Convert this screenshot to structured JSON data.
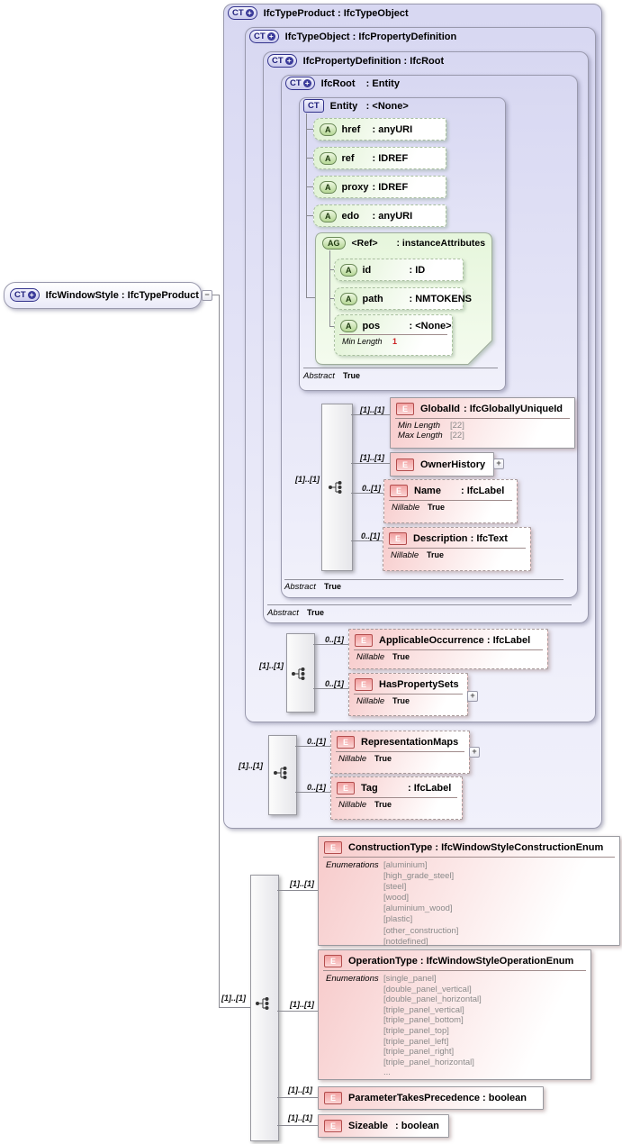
{
  "colors": {
    "container_fill": "#d8d8f2",
    "attribute_green": "#dff2d2",
    "element_pink": "#f7caca",
    "badge_navy": "#33338c",
    "badge_red": "#b34d4d",
    "badge_green": "#6b8a58",
    "enum_text": "#8a8a8a",
    "facet_red": "#cc2222"
  },
  "labels": {
    "colon": ":",
    "abstract": "Abstract",
    "true_value": "True",
    "nillable": "Nillable",
    "min_length": "Min Length",
    "max_length": "Max Length",
    "enumerations": "Enumerations",
    "plus": "+",
    "minus": "−"
  },
  "cards": {
    "required": "[1]..[1]",
    "optional": "0..[1]"
  },
  "root_node": {
    "badge": "CT",
    "name": "IfcWindowStyle",
    "type": "IfcTypeProduct"
  },
  "boxes": {
    "typeProduct": {
      "badge": "CT",
      "name": "IfcTypeProduct",
      "type": "IfcTypeObject"
    },
    "typeObject": {
      "badge": "CT",
      "name": "IfcTypeObject",
      "type": "IfcPropertyDefinition"
    },
    "propertyDefinition": {
      "badge": "CT",
      "name": "IfcPropertyDefinition",
      "type": "IfcRoot"
    },
    "root": {
      "badge": "CT",
      "name": "IfcRoot",
      "type": "Entity"
    },
    "entity": {
      "badge": "CT",
      "name": "Entity",
      "type": "<None>"
    }
  },
  "entity_attrs": [
    {
      "badge": "A",
      "name": "href",
      "type": "anyURI"
    },
    {
      "badge": "A",
      "name": "ref",
      "type": "IDREF"
    },
    {
      "badge": "A",
      "name": "proxy",
      "type": "IDREF"
    },
    {
      "badge": "A",
      "name": "edo",
      "type": "anyURI"
    }
  ],
  "attr_group": {
    "badge": "AG",
    "name": "<Ref>",
    "type": "instanceAttributes",
    "attrs": [
      {
        "badge": "A",
        "name": "id",
        "type": "ID"
      },
      {
        "badge": "A",
        "name": "path",
        "type": "NMTOKENS"
      },
      {
        "badge": "A",
        "name": "pos",
        "type": "<None>",
        "facet_value": "1"
      }
    ]
  },
  "root_content": {
    "globalId": {
      "badge": "E",
      "name": "GlobalId",
      "type": "IfcGloballyUniqueId",
      "min_value": "[22]",
      "max_value": "[22]"
    },
    "ownerHistory": {
      "badge": "E",
      "name": "OwnerHistory"
    },
    "name": {
      "badge": "E",
      "name": "Name",
      "type": "IfcLabel"
    },
    "description": {
      "badge": "E",
      "name": "Description",
      "type": "IfcText"
    }
  },
  "typeObject_content": {
    "applicableOccurrence": {
      "badge": "E",
      "name": "ApplicableOccurrence",
      "type": "IfcLabel"
    },
    "hasPropertySets": {
      "badge": "E",
      "name": "HasPropertySets"
    }
  },
  "typeProduct_content": {
    "representationMaps": {
      "badge": "E",
      "name": "RepresentationMaps"
    },
    "tag": {
      "badge": "E",
      "name": "Tag",
      "type": "IfcLabel"
    }
  },
  "windowStyle_content": {
    "constructionType": {
      "badge": "E",
      "name": "ConstructionType",
      "type": "IfcWindowStyleConstructionEnum",
      "enums": [
        "[aluminium]",
        "[high_grade_steel]",
        "[steel]",
        "[wood]",
        "[aluminium_wood]",
        "[plastic]",
        "[other_construction]",
        "[notdefined]"
      ]
    },
    "operationType": {
      "badge": "E",
      "name": "OperationType",
      "type": "IfcWindowStyleOperationEnum",
      "enums": [
        "[single_panel]",
        "[double_panel_vertical]",
        "[double_panel_horizontal]",
        "[triple_panel_vertical]",
        "[triple_panel_bottom]",
        "[triple_panel_top]",
        "[triple_panel_left]",
        "[triple_panel_right]",
        "[triple_panel_horizontal]",
        "..."
      ]
    },
    "parameterTakesPrecedence": {
      "badge": "E",
      "name": "ParameterTakesPrecedence",
      "type": "boolean"
    },
    "sizeable": {
      "badge": "E",
      "name": "Sizeable",
      "type": "boolean"
    }
  }
}
